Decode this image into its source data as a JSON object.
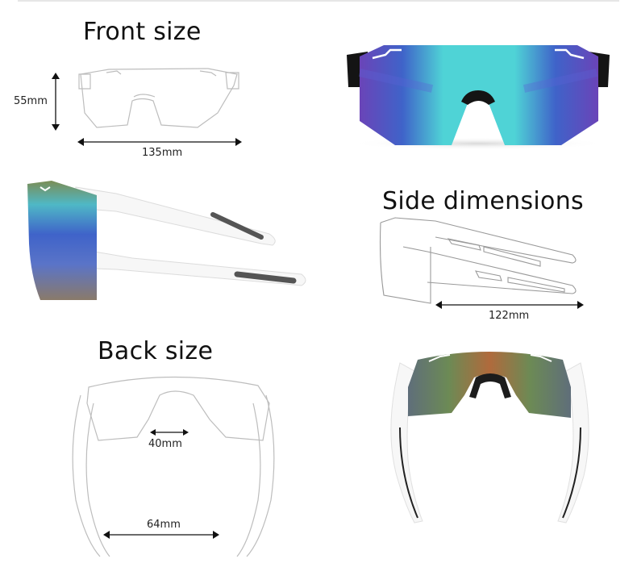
{
  "panels": {
    "front": {
      "title": "Front size",
      "height_label": "55mm",
      "width_label": "135mm"
    },
    "side": {
      "title": "Side dimensions",
      "length_label": "122mm"
    },
    "back": {
      "title": "Back size",
      "nose_label": "40mm",
      "temple_gap_label": "64mm"
    }
  },
  "photos": {
    "front_photo": "sunglasses-front-blue-mirror-lens",
    "side_photo": "sunglasses-side-white-frame",
    "back_photo": "sunglasses-back-white-frame"
  },
  "colors": {
    "lens_cyan": "#4fd3d6",
    "lens_blue": "#3f63c9",
    "lens_purple": "#6a44b8",
    "frame_black": "#141414",
    "frame_white": "#f7f7f7",
    "grip_gray": "#555555",
    "back_lens_orange": "#b06a3c",
    "back_lens_green": "#6c8a55"
  }
}
